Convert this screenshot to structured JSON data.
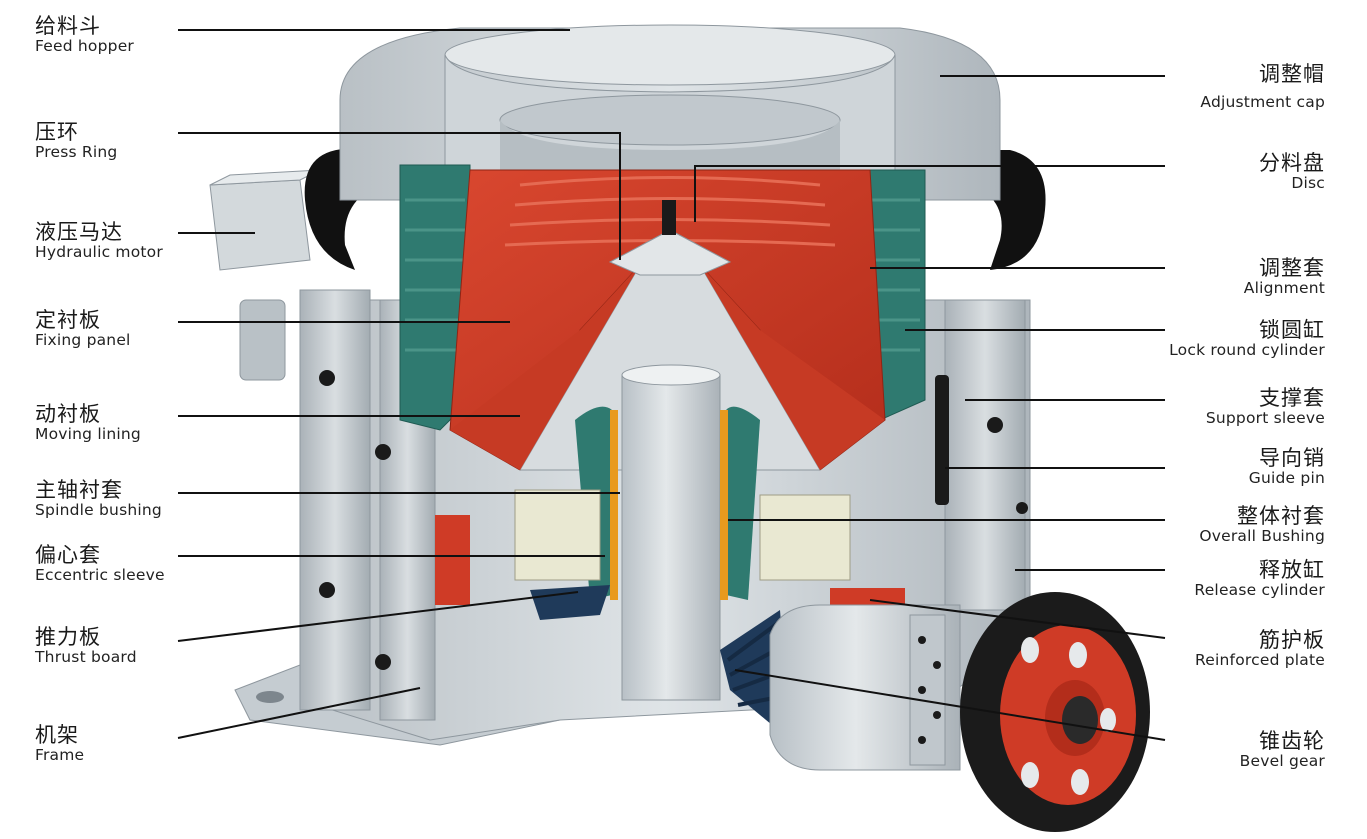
{
  "diagram": {
    "left_labels": [
      {
        "zh": "给料斗",
        "en": "Feed hopper"
      },
      {
        "zh": "压环",
        "en": "Press Ring"
      },
      {
        "zh": "液压马达",
        "en": "Hydraulic motor"
      },
      {
        "zh": "定衬板",
        "en": "Fixing panel"
      },
      {
        "zh": "动衬板",
        "en": "Moving lining"
      },
      {
        "zh": "主轴衬套",
        "en": "Spindle bushing"
      },
      {
        "zh": "偏心套",
        "en": "Eccentric sleeve"
      },
      {
        "zh": "推力板",
        "en": "Thrust board"
      },
      {
        "zh": "机架",
        "en": "Frame"
      }
    ],
    "right_labels": [
      {
        "zh": "调整帽",
        "en": "Adjustment cap"
      },
      {
        "zh": "分料盘",
        "en": "Disc"
      },
      {
        "zh": "调整套",
        "en": "Alignment"
      },
      {
        "zh": "锁圆缸",
        "en": "Lock round cylinder"
      },
      {
        "zh": "支撑套",
        "en": "Support sleeve"
      },
      {
        "zh": "导向销",
        "en": "Guide pin"
      },
      {
        "zh": "整体衬套",
        "en": "Overall Bushing"
      },
      {
        "zh": "释放缸",
        "en": "Release cylinder"
      },
      {
        "zh": "筋护板",
        "en": "Reinforced plate"
      },
      {
        "zh": "锥齿轮",
        "en": "Bevel gear"
      }
    ]
  },
  "colors": {
    "body_gray": "#c9cfd3",
    "light_gray": "#dde2e5",
    "dark_gray": "#9ba4ab",
    "liner_red": "#cf3b26",
    "teal": "#2f7a70",
    "navy": "#1f3a5a",
    "orange": "#e89a1e",
    "cream": "#e9e8d2",
    "black": "#111111",
    "leader": "#111111"
  }
}
